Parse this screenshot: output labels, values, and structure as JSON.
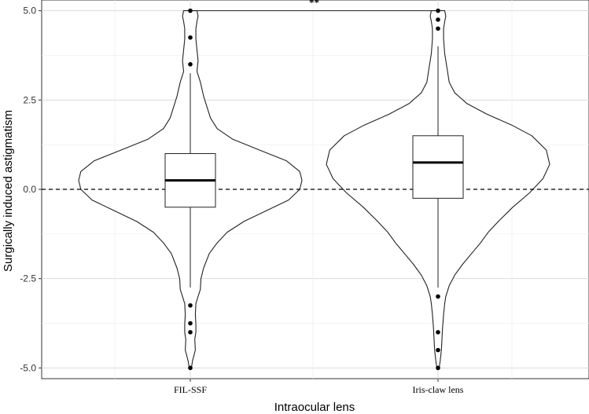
{
  "chart_data": {
    "type": "violin",
    "title": "",
    "xlabel": "Intraocular lens",
    "ylabel": "Surgically induced astigmatism",
    "ylim": [
      -5.3,
      5.3
    ],
    "yticks": [
      "-5.0",
      "-2.5",
      "0.0",
      "2.5",
      "5.0"
    ],
    "categories": [
      "FIL-SSF",
      "Iris-claw lens"
    ],
    "grid": true,
    "reference_line": {
      "y": 0,
      "style": "dashed"
    },
    "significance": {
      "label": "**",
      "y": 5.0,
      "between": [
        "FIL-SSF",
        "Iris-claw lens"
      ]
    },
    "series": [
      {
        "category": "FIL-SSF",
        "box": {
          "whisker_low": -2.75,
          "q1": -0.5,
          "median": 0.25,
          "q3": 1.0,
          "whisker_high": 3.25
        },
        "outliers": [
          5.0,
          4.25,
          3.5,
          -3.25,
          -3.75,
          -4.0,
          -5.0
        ],
        "density_profile": [
          [
            -5.0,
            0.01
          ],
          [
            -4.8,
            0.02
          ],
          [
            -4.5,
            0.045
          ],
          [
            -4.2,
            0.04
          ],
          [
            -4.0,
            0.05
          ],
          [
            -3.8,
            0.05
          ],
          [
            -3.5,
            0.045
          ],
          [
            -3.2,
            0.05
          ],
          [
            -3.0,
            0.07
          ],
          [
            -2.8,
            0.09
          ],
          [
            -2.5,
            0.095
          ],
          [
            -2.2,
            0.12
          ],
          [
            -1.8,
            0.17
          ],
          [
            -1.5,
            0.24
          ],
          [
            -1.2,
            0.33
          ],
          [
            -0.9,
            0.48
          ],
          [
            -0.6,
            0.68
          ],
          [
            -0.3,
            0.88
          ],
          [
            0.0,
            0.98
          ],
          [
            0.25,
            1.0
          ],
          [
            0.5,
            0.98
          ],
          [
            0.8,
            0.86
          ],
          [
            1.1,
            0.62
          ],
          [
            1.4,
            0.38
          ],
          [
            1.7,
            0.24
          ],
          [
            2.0,
            0.18
          ],
          [
            2.3,
            0.15
          ],
          [
            2.6,
            0.12
          ],
          [
            3.0,
            0.09
          ],
          [
            3.3,
            0.06
          ],
          [
            3.6,
            0.07
          ],
          [
            3.9,
            0.06
          ],
          [
            4.2,
            0.05
          ],
          [
            4.5,
            0.05
          ],
          [
            4.7,
            0.06
          ],
          [
            4.85,
            0.07
          ],
          [
            5.0,
            0.06
          ]
        ]
      },
      {
        "category": "Iris-claw lens",
        "box": {
          "whisker_low": -2.75,
          "q1": -0.25,
          "median": 0.75,
          "q3": 1.5,
          "whisker_high": 4.0
        },
        "outliers": [
          5.0,
          4.75,
          4.5,
          -3.0,
          -4.0,
          -4.5,
          -5.0
        ],
        "density_profile": [
          [
            -5.0,
            0.01
          ],
          [
            -4.8,
            0.02
          ],
          [
            -4.5,
            0.03
          ],
          [
            -4.2,
            0.035
          ],
          [
            -3.9,
            0.04
          ],
          [
            -3.5,
            0.05
          ],
          [
            -3.2,
            0.06
          ],
          [
            -3.0,
            0.07
          ],
          [
            -2.7,
            0.1
          ],
          [
            -2.4,
            0.15
          ],
          [
            -2.1,
            0.22
          ],
          [
            -1.8,
            0.3
          ],
          [
            -1.5,
            0.38
          ],
          [
            -1.2,
            0.45
          ],
          [
            -0.9,
            0.54
          ],
          [
            -0.5,
            0.67
          ],
          [
            -0.1,
            0.82
          ],
          [
            0.3,
            0.94
          ],
          [
            0.7,
            1.0
          ],
          [
            1.1,
            0.97
          ],
          [
            1.5,
            0.84
          ],
          [
            1.8,
            0.66
          ],
          [
            2.1,
            0.44
          ],
          [
            2.4,
            0.26
          ],
          [
            2.7,
            0.15
          ],
          [
            3.0,
            0.1
          ],
          [
            3.4,
            0.08
          ],
          [
            3.8,
            0.06
          ],
          [
            4.2,
            0.05
          ],
          [
            4.5,
            0.05
          ],
          [
            4.7,
            0.06
          ],
          [
            4.85,
            0.07
          ],
          [
            5.0,
            0.06
          ]
        ]
      }
    ]
  }
}
